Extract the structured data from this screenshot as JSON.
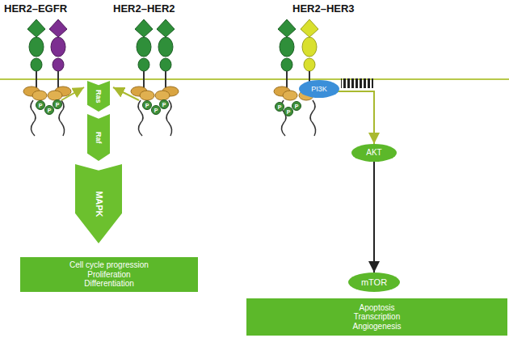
{
  "diagram": {
    "nodes": [
      {
        "text": [
          "Ras"
        ]
      },
      {
        "text": [
          "Raf"
        ]
      },
      {
        "text": [
          "MAPK"
        ]
      },
      {
        "text": [
          "Cell cycle progression",
          "Proliferation",
          "Differentiation"
        ]
      },
      {
        "text": [
          "PI3K"
        ]
      },
      {
        "text": [
          "AKT"
        ]
      },
      {
        "text": [
          "mTOR"
        ]
      },
      {
        "text": [
          "Apoptosis",
          "Transcription",
          "Angiogenesis"
        ]
      }
    ],
    "edges": [
      {
        "from": 4,
        "to": 5,
        "arrow": "to"
      },
      {
        "from": 5,
        "to": 6,
        "arrow": "to"
      }
    ],
    "labels": [
      "HER2–EGFR",
      "HER2–HER2",
      "HER2–HER3",
      "P",
      "P",
      "P",
      "P",
      "P",
      "P",
      "P",
      "P",
      "P"
    ]
  }
}
